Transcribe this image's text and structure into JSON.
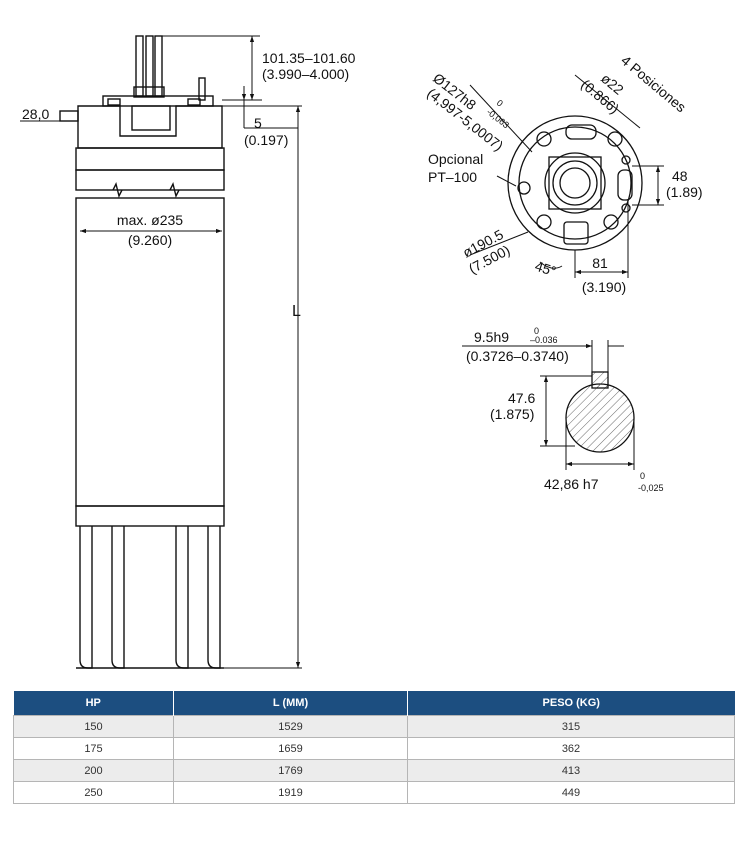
{
  "motor_side": {
    "top_dim_mm": "101.35–101.60",
    "top_dim_in": "(3.990–4.000)",
    "left_dim": "28,0",
    "step_dim_mm": "5",
    "step_dim_in": "(0.197)",
    "diameter_mm": "max. ø235",
    "diameter_in": "(9.260)",
    "length_label": "L"
  },
  "top_view": {
    "pilot_diam": "Ø127h8",
    "pilot_tol_upper": "0",
    "pilot_tol_lower": "-0,063",
    "pilot_in": "(4,997-5,0007)",
    "holes_label": "4 Posiciones",
    "holes_diam": "ø22",
    "holes_in": "(0.866)",
    "optional_label_1": "Opcional",
    "optional_label_2": "PT–100",
    "dim48_mm": "48",
    "dim48_in": "(1.89)",
    "bolt_circle": "ø190.5",
    "bolt_circle_in": "(7.500)",
    "angle": "45°",
    "dim81_mm": "81",
    "dim81_in": "(3.190)"
  },
  "shaft": {
    "key_dim": "9.5h9",
    "key_tol_upper": "0",
    "key_tol_lower": "–0.036",
    "key_in": "(0.3726–0.3740)",
    "height_mm": "47.6",
    "height_in": "(1.875)",
    "shaft_diam": "42,86 h7",
    "shaft_tol_upper": "0",
    "shaft_tol_lower": "-0,025"
  },
  "table": {
    "headers": [
      "HP",
      "L (MM)",
      "PESO (KG)"
    ],
    "rows": [
      [
        "150",
        "1529",
        "315"
      ],
      [
        "175",
        "1659",
        "362"
      ],
      [
        "200",
        "1769",
        "413"
      ],
      [
        "250",
        "1919",
        "449"
      ]
    ]
  }
}
